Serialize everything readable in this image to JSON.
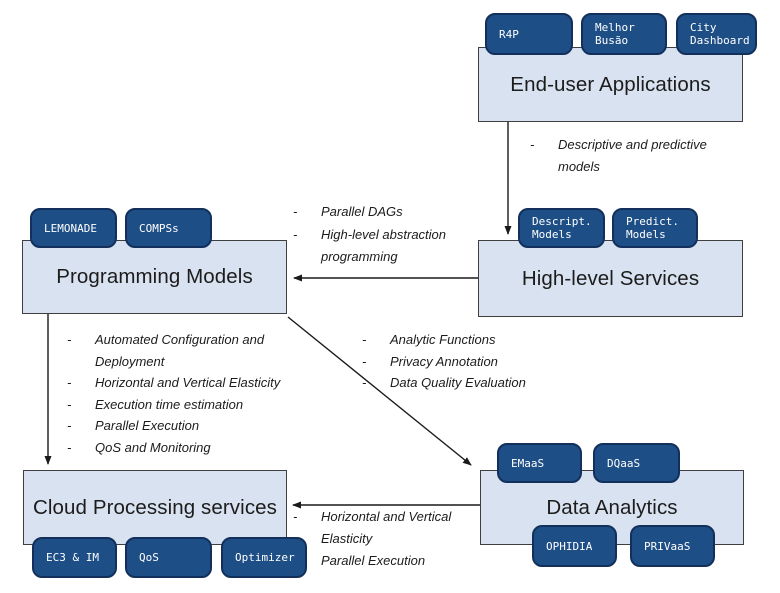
{
  "dash": "-",
  "colors": {
    "module_fill": "#d9e2f0",
    "module_border": "#3f3f3f",
    "tab_fill": "#1d4e86",
    "tab_border": "#13305c",
    "tab_text": "#ffffff",
    "text": "#1c1c1c"
  },
  "modules": {
    "end_user": {
      "title": "End-user Applications",
      "tabs": [
        "R4P",
        "Melhor\nBusão",
        "City\nDashboard"
      ]
    },
    "high_level": {
      "title": "High-level Services",
      "tabs": [
        "Descript.\nModels",
        "Predict.\nModels"
      ]
    },
    "programming": {
      "title": "Programming Models",
      "tabs": [
        "LEMONADE",
        "COMPSs"
      ]
    },
    "cloud": {
      "title": "Cloud Processing services",
      "tabs": [
        "EC3 & IM",
        "QoS",
        "Optimizer"
      ]
    },
    "analytics": {
      "title": "Data Analytics",
      "tabs_top": [
        "EMaaS",
        "DQaaS"
      ],
      "tabs_bottom": [
        "OPHIDIA",
        "PRIVaaS"
      ]
    }
  },
  "annotations": {
    "descriptive": {
      "items": [
        "Descriptive and predictive models"
      ]
    },
    "dags": {
      "items": [
        "Parallel DAGs",
        "High-level abstraction programming"
      ]
    },
    "cloud_capabilities": {
      "items": [
        "Automated Configuration and Deployment",
        "Horizontal and Vertical Elasticity",
        "Execution time estimation",
        "Parallel Execution",
        "QoS and Monitoring"
      ]
    },
    "analytics_capabilities": {
      "items": [
        "Analytic Functions",
        "Privacy Annotation",
        "Data Quality Evaluation"
      ]
    },
    "elasticity": {
      "items": [
        "Horizontal and Vertical Elasticity",
        "Parallel Execution"
      ]
    }
  }
}
